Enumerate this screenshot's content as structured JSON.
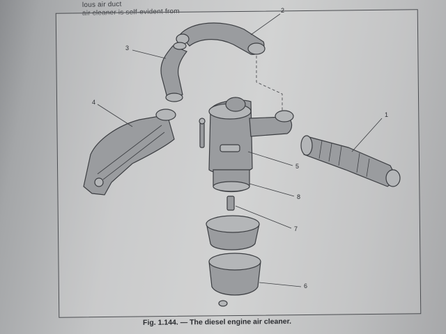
{
  "header": {
    "line1": "lous air duct",
    "line2": "air cleaner is self-evident from"
  },
  "figure": {
    "callouts": [
      "1",
      "2",
      "3",
      "4",
      "5",
      "6",
      "7",
      "8"
    ],
    "caption": "Fig. 1.144. — The diesel engine air cleaner."
  }
}
